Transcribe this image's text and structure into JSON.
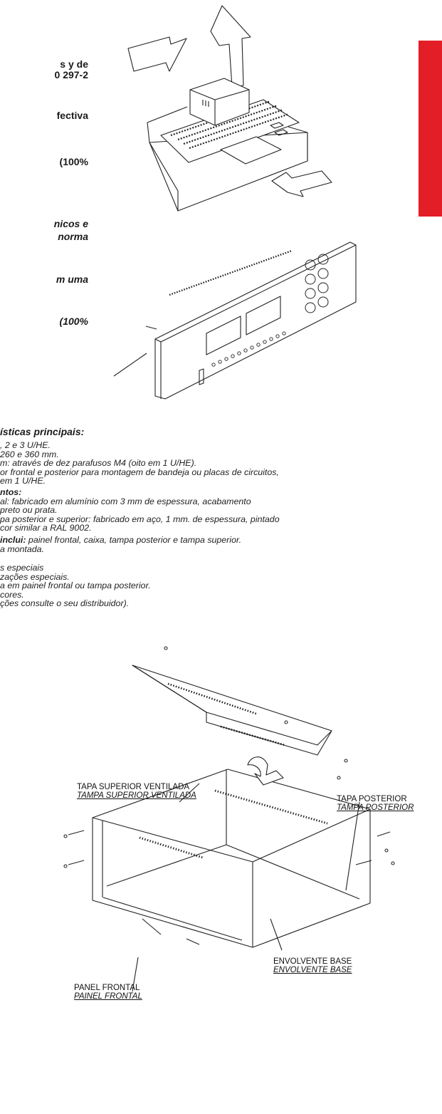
{
  "es_lines": [
    "s y de",
    "0 297-2",
    "fectiva",
    "(100%"
  ],
  "pt_lines": [
    "nicos e",
    "norma",
    "m uma",
    "(100%"
  ],
  "heading_pt": "ísticas principais:",
  "list_pt": [
    {
      "bold": "",
      "text": ", 2 e 3 U/HE."
    },
    {
      "bold": "",
      "text": "260 e 360 mm."
    },
    {
      "bold": "",
      "text": "m: através de dez parafusos M4 (oito em 1 U/HE)."
    },
    {
      "bold": "",
      "text": "or frontal e posterior para montagem de bandeja ou placas de circuitos,"
    },
    {
      "bold": "",
      "text": "em 1 U/HE."
    },
    {
      "bold": "ntos:",
      "text": ""
    },
    {
      "bold": "",
      "text": "al: fabricado em alumínio com 3 mm de espessura, acabamento"
    },
    {
      "bold": "",
      "text": "preto ou prata."
    },
    {
      "bold": "",
      "text": "pa posterior e superior: fabricado em aço, 1 mm. de espessura, pintado"
    },
    {
      "bold": "",
      "text": "cor similar a RAL 9002."
    },
    {
      "bold": " inclui:",
      "text": " painel frontal, caixa, tampa posterior e tampa superior."
    },
    {
      "bold": "",
      "text": "a montada."
    },
    {
      "bold": "",
      "text": "s especiais"
    },
    {
      "bold": "",
      "text": "zações especiais."
    },
    {
      "bold": "",
      "text": "a em painel frontal ou tampa posterior."
    },
    {
      "bold": "",
      "text": "cores."
    },
    {
      "bold": "",
      "text": "ções consulte o seu distribuidor)."
    }
  ],
  "callouts": {
    "top_cover": {
      "es": "TAPA SUPERIOR VENTILADA",
      "pt": "TAMPA SUPERIOR VENTILADA"
    },
    "rear_cover": {
      "es": "TAPA POSTERIOR",
      "pt": "TAMPA POSTERIOR"
    },
    "base": {
      "es": "ENVOLVENTE BASE",
      "pt": "ENVOLVENTE BASE"
    },
    "front_panel": {
      "es": "PANEL FRONTAL",
      "pt": "PAINEL FRONTAL"
    }
  },
  "colors": {
    "accent_red": "#e31e26",
    "ink": "#1a1a1a"
  }
}
